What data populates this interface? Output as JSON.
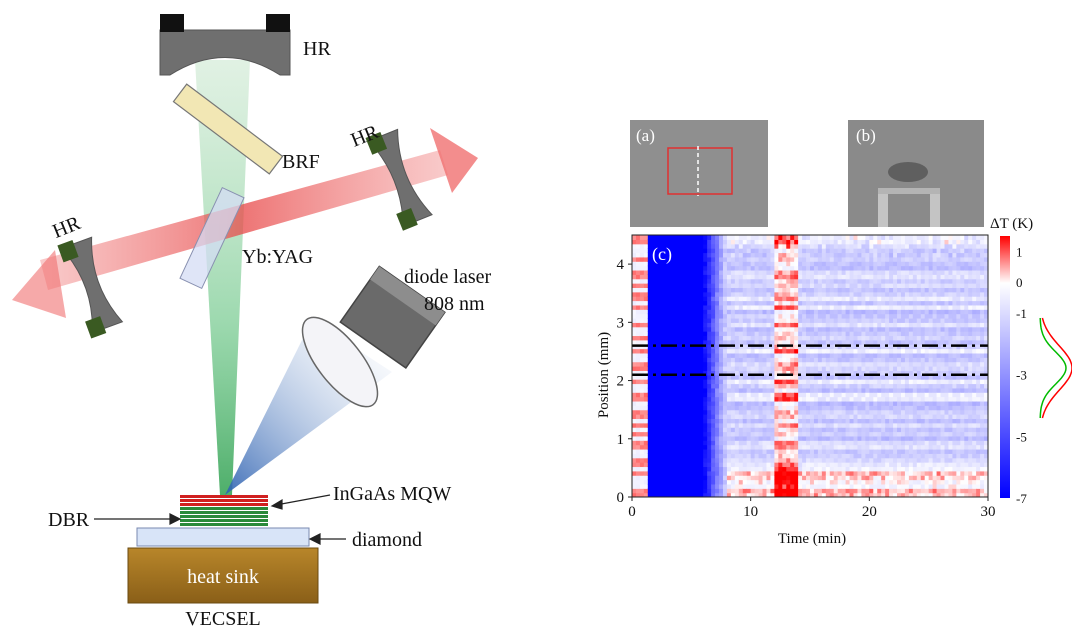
{
  "setup": {
    "hr_top": "HR",
    "hr_right": "HR",
    "hr_left": "HR",
    "brf": "BRF",
    "crystal": "Yb:YAG",
    "pump_line1": "diode laser",
    "pump_line2": "808 nm",
    "mqw": "InGaAs MQW",
    "dbr": "DBR",
    "diamond": "diamond",
    "heatsink": "heat sink",
    "device": "VECSEL"
  },
  "panels": {
    "a": "(a)",
    "b": "(b)",
    "c": "(c)"
  },
  "chart_data": {
    "type": "heatmap",
    "xlabel": "Time (min)",
    "ylabel": "Position (mm)",
    "xlim": [
      0,
      30
    ],
    "ylim": [
      0,
      4.5
    ],
    "xticks": [
      "0",
      "10",
      "20",
      "30"
    ],
    "yticks": [
      "0",
      "1",
      "2",
      "3",
      "4"
    ],
    "colorbar": {
      "label": "ΔT (K)",
      "ticks": [
        "1",
        "0",
        "-1",
        "-3",
        "-5",
        "-7"
      ],
      "range": [
        -7,
        1.5
      ],
      "colors": {
        "low": "#0000ff",
        "mid": "#ffffff",
        "high": "#ff0000"
      }
    },
    "markers": {
      "dash_dot_lines_position_mm": [
        2.6,
        2.1
      ]
    },
    "profile_colors": [
      "#ff0000",
      "#00bb00"
    ]
  }
}
